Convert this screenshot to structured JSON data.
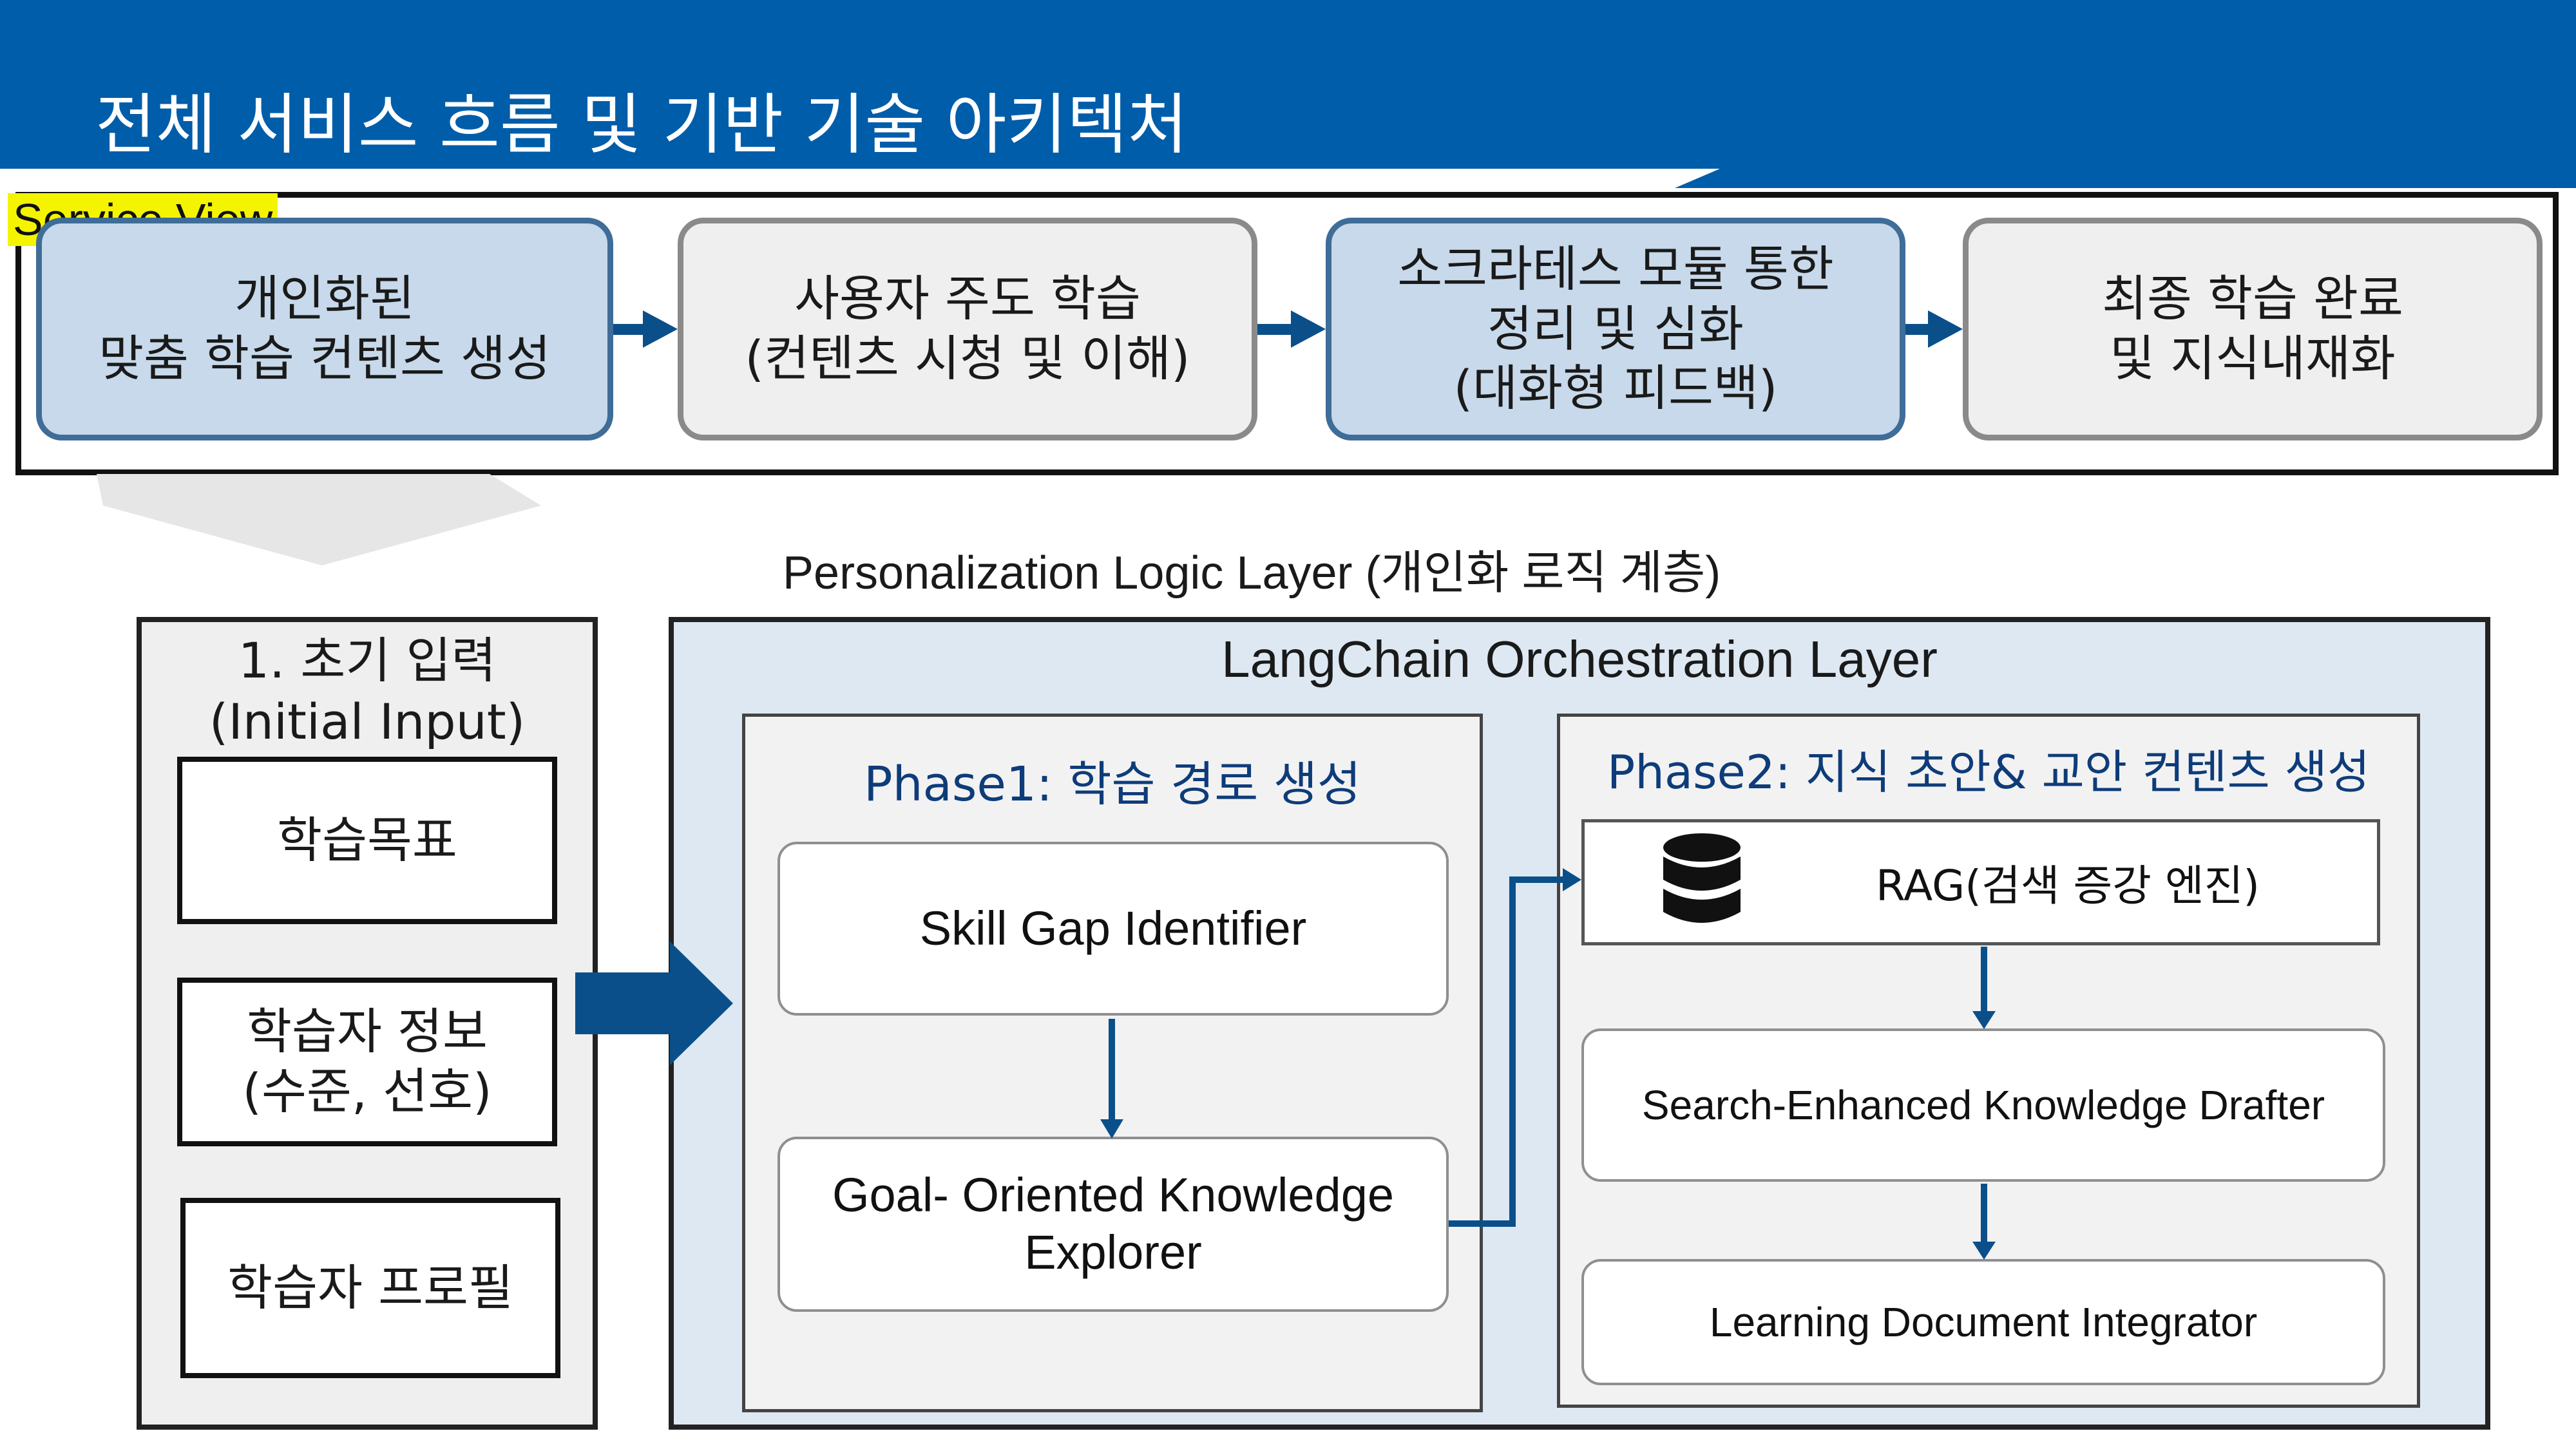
{
  "header": {
    "title": "전체 서비스 흐름 및 기반 기술 아키텍처"
  },
  "service_view": {
    "label": "Service View",
    "stages": [
      {
        "text": "개인화된\n맞춤 학습 컨텐츠 생성"
      },
      {
        "text": "사용자 주도 학습\n(컨텐츠 시청 및 이해)"
      },
      {
        "text": "소크라테스 모듈 통한\n정리 및 심화\n(대화형 피드백)"
      },
      {
        "text": "최종 학습 완료\n및 지식내재화"
      }
    ]
  },
  "personalization": {
    "label": "Personalization Logic Layer (개인화 로직 계층)"
  },
  "initial_input": {
    "title": "1.  초기 입력\n(Initial Input)",
    "items": [
      {
        "text": "학습목표"
      },
      {
        "text": "학습자 정보\n(수준, 선호)"
      },
      {
        "text": "학습자 프로필"
      }
    ]
  },
  "orchestration": {
    "title": "LangChain Orchestration Layer",
    "phase1": {
      "title": "Phase1: 학습 경로 생성",
      "modules": [
        {
          "text": "Skill Gap Identifier"
        },
        {
          "text": "Goal- Oriented Knowledge\nExplorer"
        }
      ]
    },
    "phase2": {
      "title": "Phase2: 지식 초안& 교안 컨텐츠 생성",
      "rag_label": "RAG(검색 증강 엔진)",
      "modules": [
        {
          "text": "Search-Enhanced Knowledge Drafter"
        },
        {
          "text": "Learning Document Integrator"
        }
      ]
    }
  },
  "colors": {
    "header_blue": "#005daa",
    "stage_blue": "#c7d9ea",
    "arrow_blue": "#0b4f8a",
    "layer_bg": "#dde8f2",
    "label_highlight": "#f4f400"
  },
  "icons": {
    "rag": "database-icon"
  }
}
